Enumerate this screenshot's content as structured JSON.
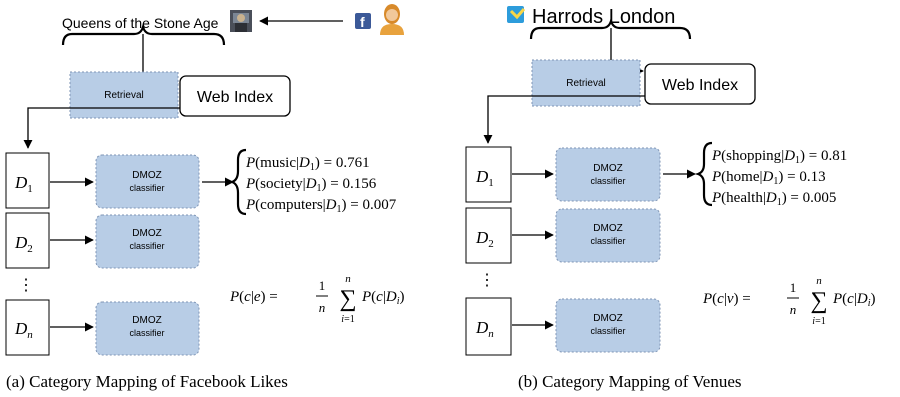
{
  "panel_a": {
    "entity": "Queens of the Stone Age",
    "retrieval": "Retrieval",
    "web_index": "Web Index",
    "dmoz_line1": "DMOZ",
    "dmoz_line2": "classifier",
    "doc_subscripts": [
      "1",
      "2",
      "n"
    ],
    "dots": "⋮",
    "probs": [
      {
        "cat": "music",
        "val": "0.761"
      },
      {
        "cat": "society",
        "val": "0.156"
      },
      {
        "cat": "computers",
        "val": "0.007"
      }
    ],
    "formula_var": "e",
    "caption": "(a) Category Mapping of Facebook Likes",
    "facebook_icon": "facebook-icon",
    "user_icon": "user-avatar-icon",
    "band_photo_icon": "band-photo-icon"
  },
  "panel_b": {
    "entity": "Harrods London",
    "retrieval": "Retrieval",
    "web_index": "Web Index",
    "dmoz_line1": "DMOZ",
    "dmoz_line2": "classifier",
    "doc_subscripts": [
      "1",
      "2",
      "n"
    ],
    "dots": "⋮",
    "probs": [
      {
        "cat": "shopping",
        "val": "0.81"
      },
      {
        "cat": "home",
        "val": "0.13"
      },
      {
        "cat": "health",
        "val": "0.005"
      }
    ],
    "formula_var": "v",
    "caption": "(b) Category Mapping of Venues",
    "venue_icon": "foursquare-icon"
  },
  "colors": {
    "box_fill": "#b8cde6",
    "box_border": "#7f95b5",
    "facebook": "#3b5998",
    "foursquare": "#2d9cdb"
  }
}
